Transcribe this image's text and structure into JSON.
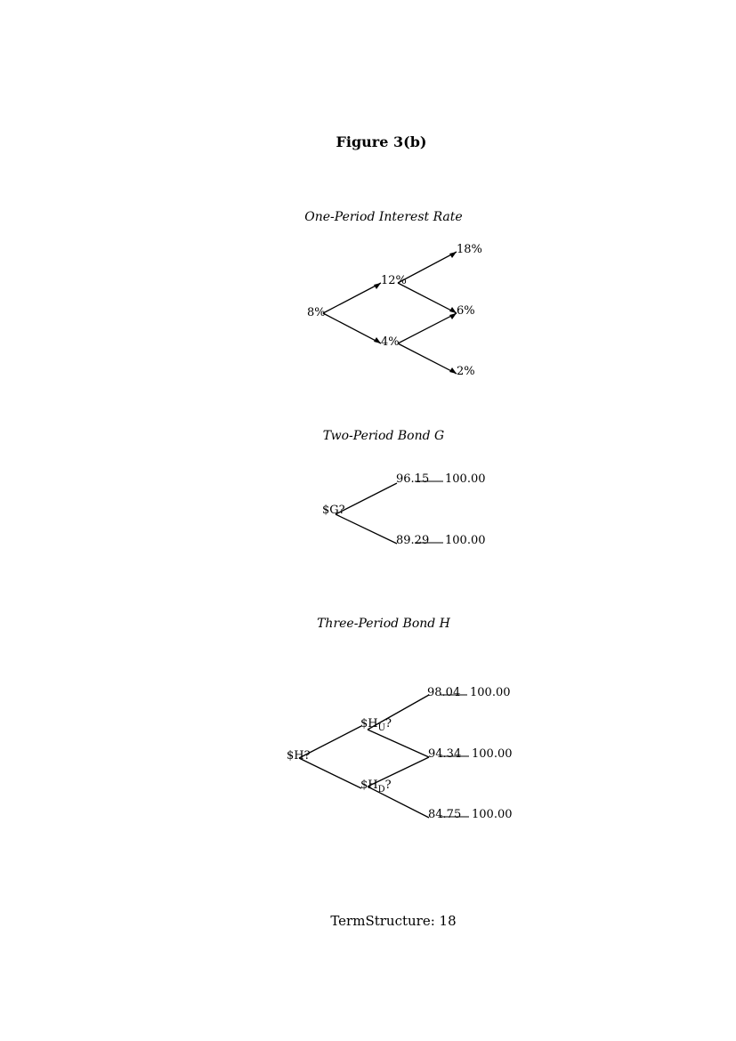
{
  "figure_title": "Figure 3(b)",
  "footer": "TermStructure: 18",
  "interest_rate_tree": {
    "title": "One-Period Interest Rate",
    "root": "8%",
    "up": "12%",
    "down": "4%",
    "uu": "18%",
    "ud": "6%",
    "dd": "2%"
  },
  "bond_g": {
    "title": "Two-Period Bond G",
    "root": "$G?",
    "up_price": "96.15",
    "up_face": "100.00",
    "down_price": "89.29",
    "down_face": "100.00"
  },
  "bond_h": {
    "title": "Three-Period Bond H",
    "root": "$H?",
    "up_node": "$H",
    "up_node_sub": "U",
    "down_node": "$H",
    "down_node_sub": "D",
    "node_suffix": "?",
    "uu_price": "98.04",
    "uu_face": "100.00",
    "ud_price": "94.34",
    "ud_face": "100.00",
    "dd_price": "84.75",
    "dd_face": "100.00"
  }
}
